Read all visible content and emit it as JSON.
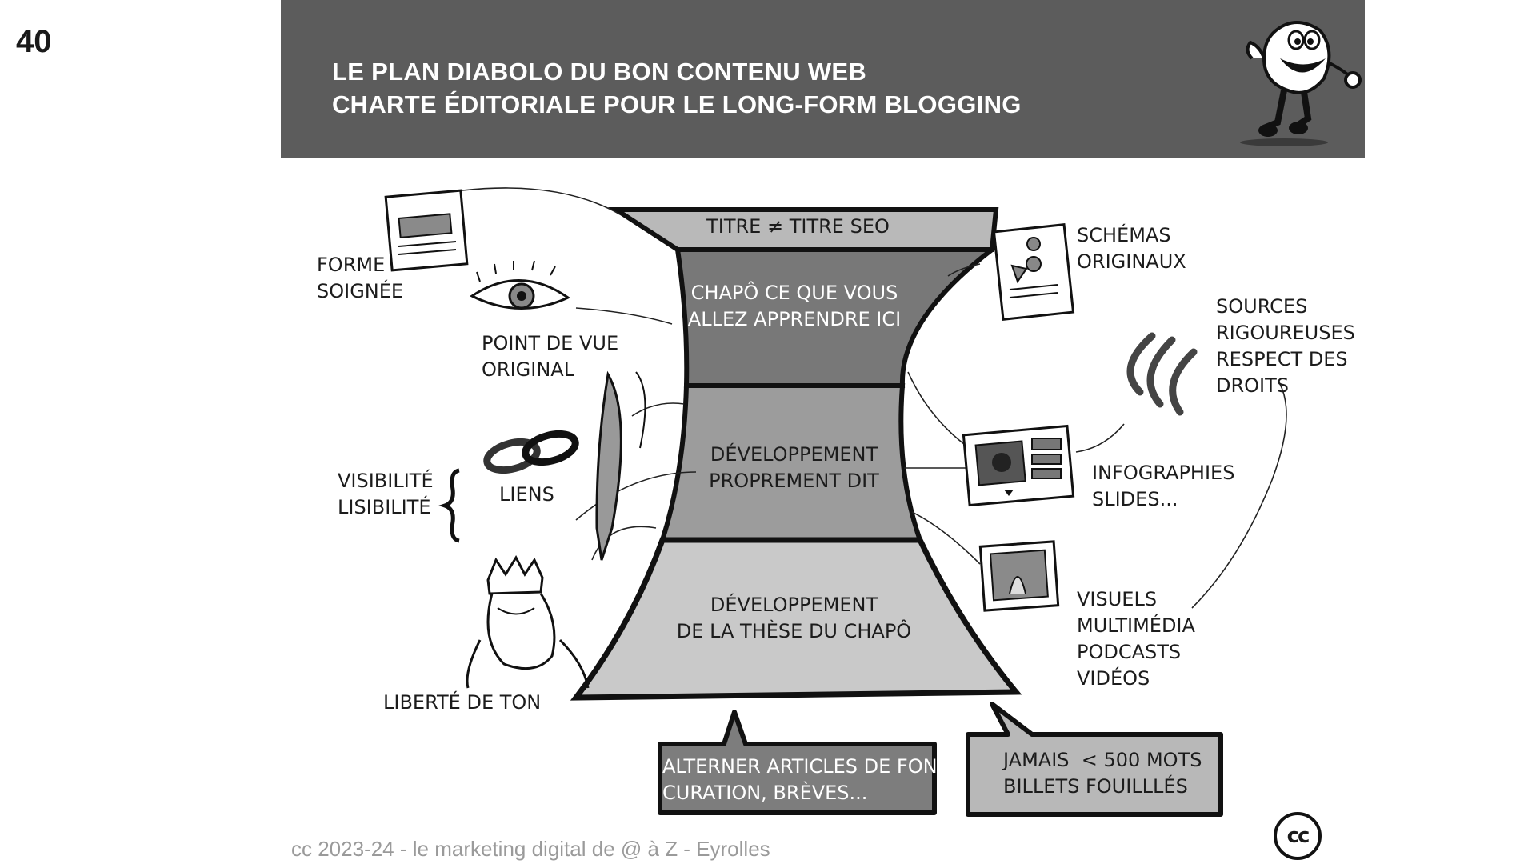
{
  "page_number": "40",
  "header": {
    "line1": "LE PLAN DIABOLO DU BON CONTENU WEB",
    "line2": "CHARTE ÉDITORIALE POUR LE LONG-FORM BLOGGING"
  },
  "diabolo": {
    "title": "TITRE ≠ TITRE SEO",
    "chapo": "CHAPÔ CE QUE VOUS\nALLEZ APPRENDRE ICI",
    "dev": "DÉVELOPPEMENT\nPROPREMENT DIT",
    "these": "DÉVELOPPEMENT\nDE LA THÈSE DU CHAPÔ"
  },
  "left_labels": {
    "forme": "FORME\nSOIGNÉE",
    "point_de_vue": "POINT DE VUE\nORIGINAL",
    "visibilite": "VISIBILITÉ\nLISIBILITÉ",
    "liens": "LIENS",
    "liberte": "LIBERTÉ DE TON"
  },
  "right_labels": {
    "schemas": "SCHÉMAS\nORIGINAUX",
    "sources": "SOURCES\nRIGOUREUSES\nRESPECT DES\nDROITS",
    "infographies": "INFOGRAPHIES\nSLIDES...",
    "visuels": "VISUELS\nMULTIMÉDIA\nPODCASTS\nVIDÉOS"
  },
  "bubbles": {
    "alterner": "ALTERNER ARTICLES DE FOND,\nCURATION, BRÈVES...",
    "jamais": "JAMAIS  < 500 MOTS\nBILLETS FOUILLLÉS"
  },
  "footer": "cc 2023-24  - le marketing digital de @ à Z - Eyrolles",
  "cc_logo": "cc",
  "colors": {
    "header_bg": "#5c5c5c",
    "footer_text": "#9a9a9a"
  }
}
